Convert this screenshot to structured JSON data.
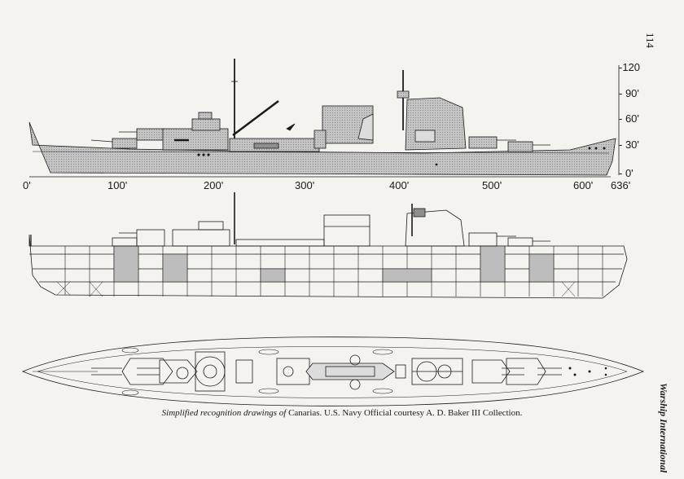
{
  "page_number": "114",
  "running_title": "Warship International",
  "caption": {
    "italic_part": "Simplified recognition drawings of",
    "regular_part": " Canarias. U.S. Navy Official courtesy A. D. Baker III Collection."
  },
  "height_scale": [
    "-120",
    "- 90'",
    "- 60'",
    "- 30'",
    "- 0'"
  ],
  "length_scale": [
    "0'",
    "100'",
    "200'",
    "300'",
    "400'",
    "500'",
    "600'",
    "636'"
  ],
  "colors": {
    "paper": "#f4f3ef",
    "ink": "#1a1a1a",
    "hull_tone": "#bdbdbd",
    "dark_tone": "#8f8f8f"
  }
}
